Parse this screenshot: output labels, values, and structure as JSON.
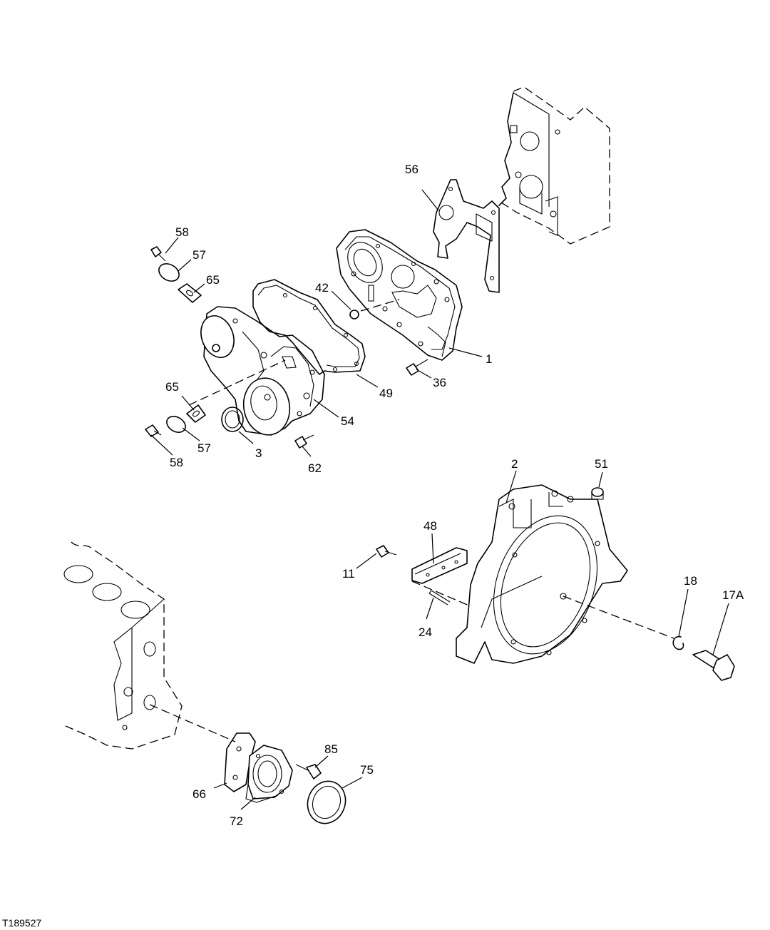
{
  "figure_id": "T189527",
  "callouts": {
    "c1": "1",
    "c2": "2",
    "c3": "3",
    "c11": "11",
    "c17a": "17A",
    "c18": "18",
    "c24": "24",
    "c36": "36",
    "c42": "42",
    "c48": "48",
    "c49": "49",
    "c51": "51",
    "c54": "54",
    "c56": "56",
    "c57a": "57",
    "c57b": "57",
    "c58a": "58",
    "c58b": "58",
    "c62": "62",
    "c65a": "65",
    "c65b": "65",
    "c66": "66",
    "c72": "72",
    "c75": "75",
    "c85": "85"
  }
}
